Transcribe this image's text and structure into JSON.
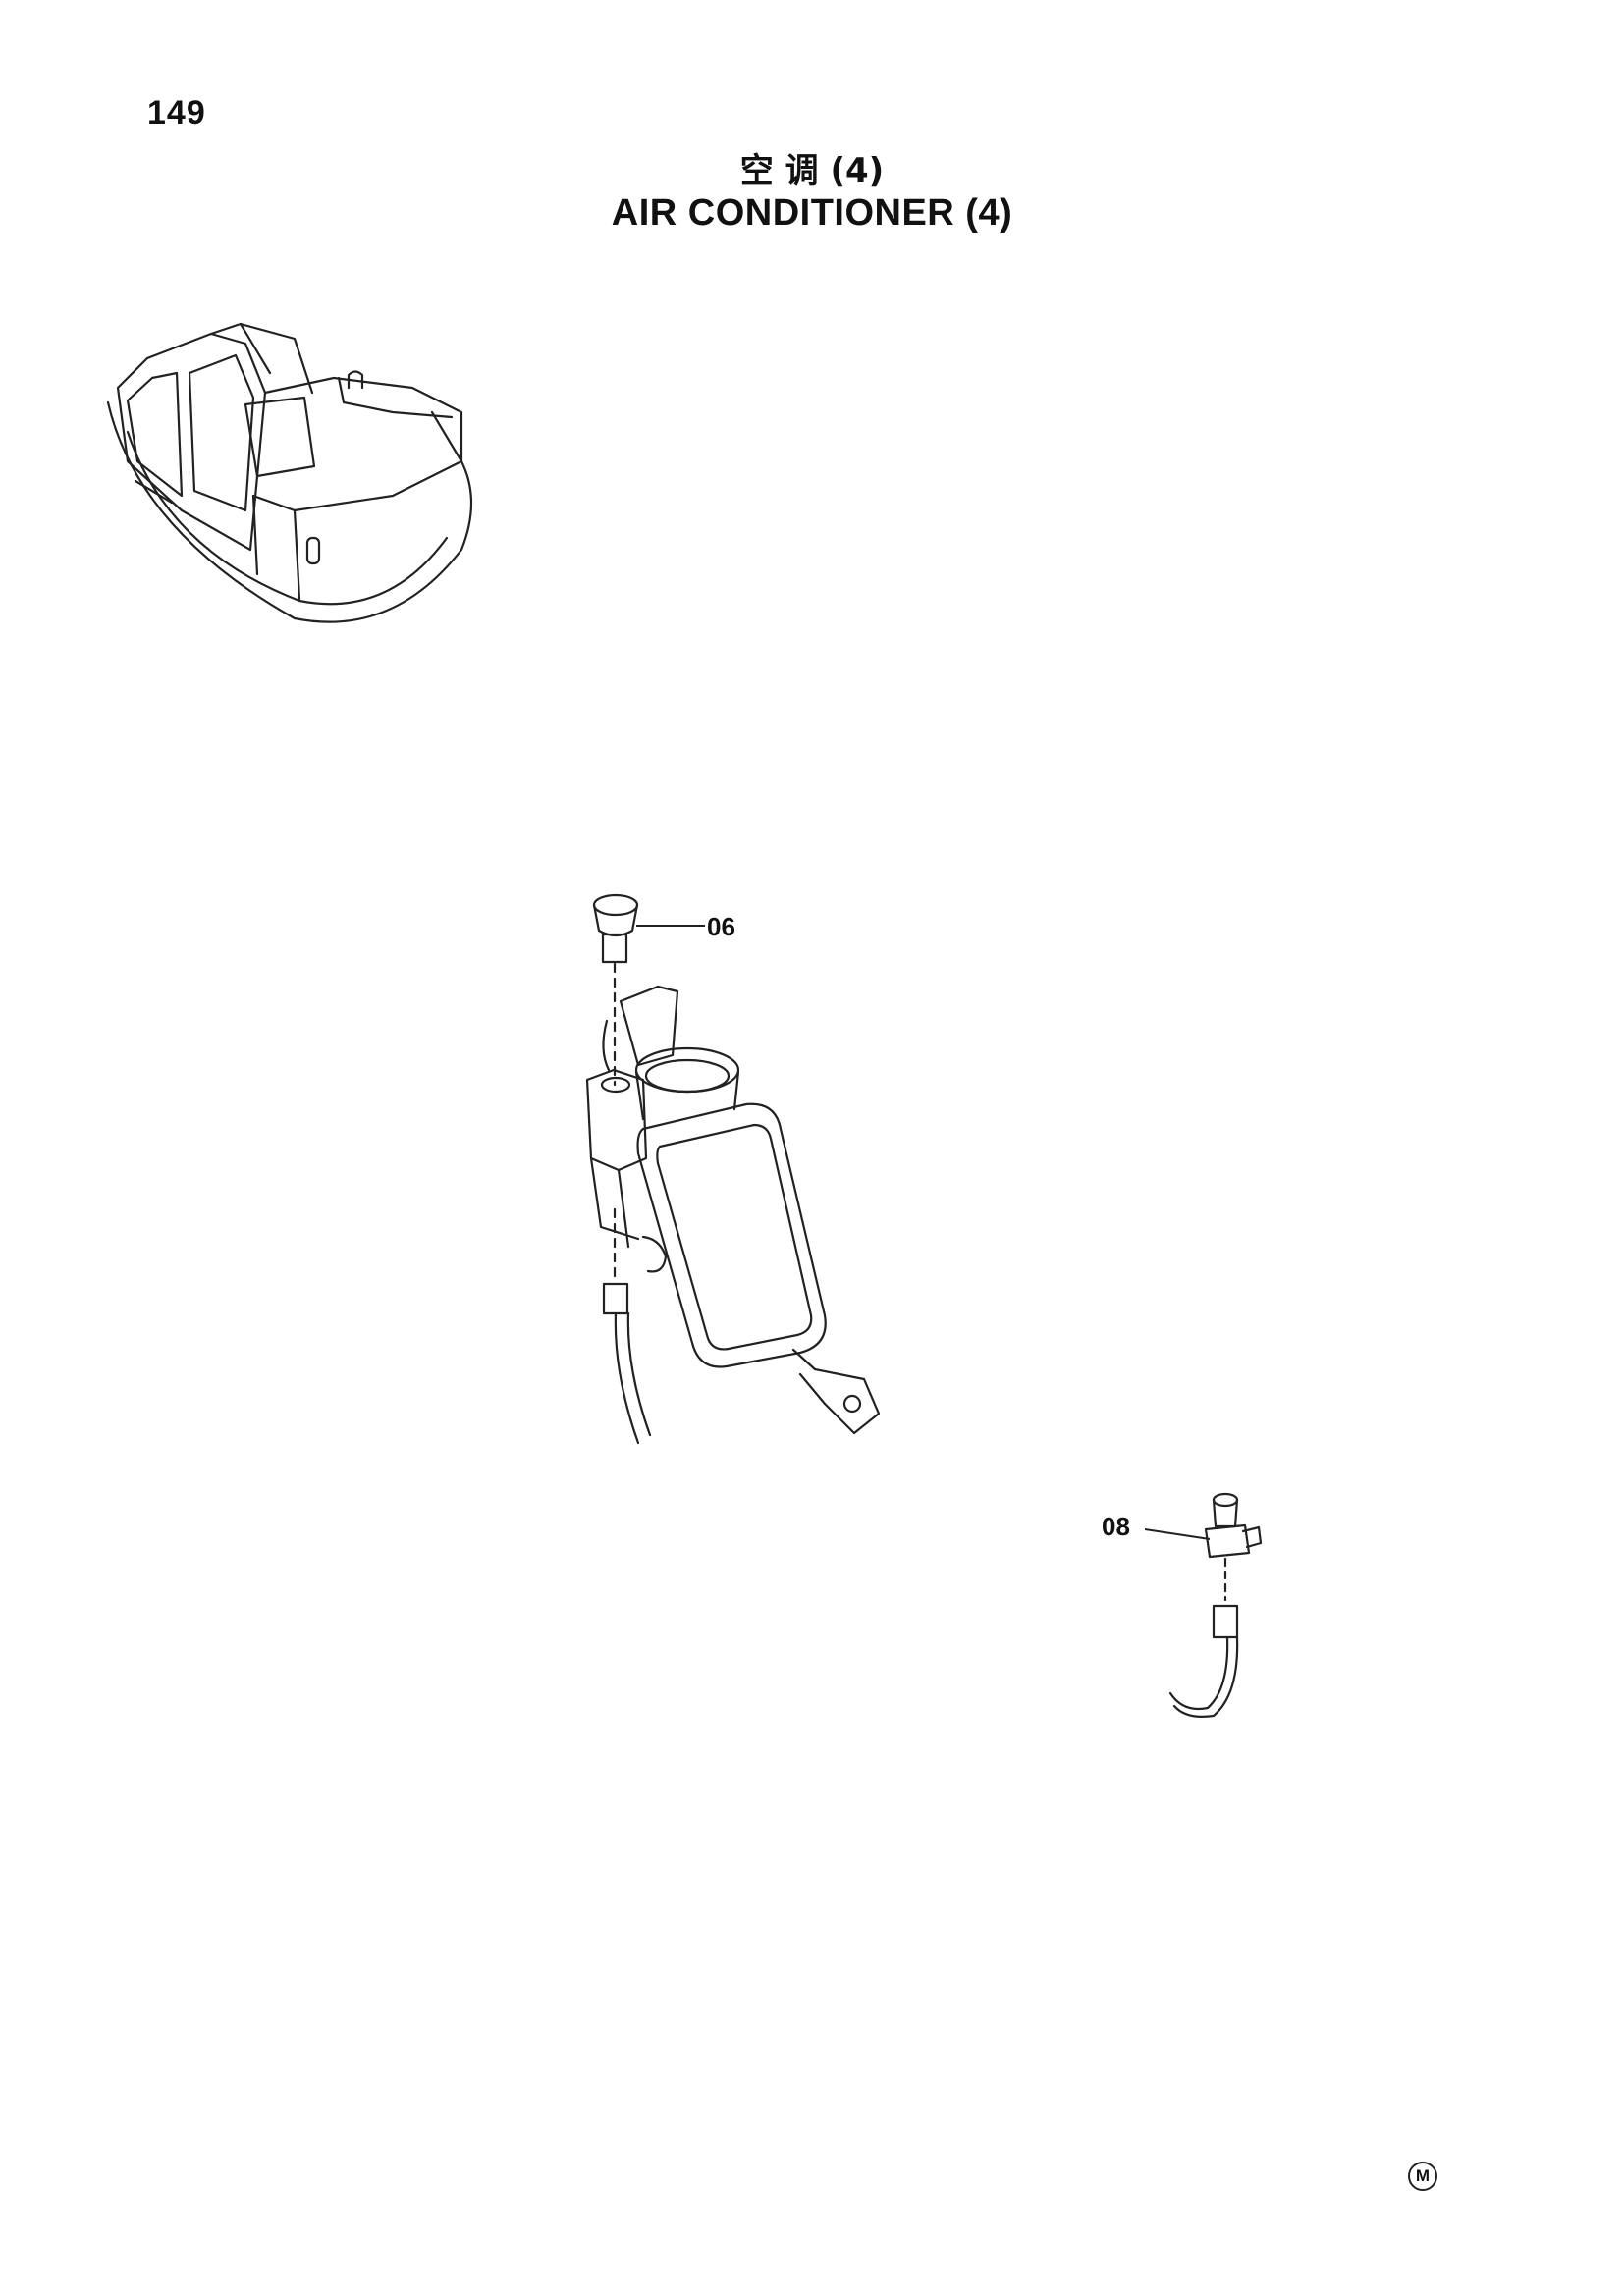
{
  "page": {
    "number": "149",
    "title_cn": "空 调 (4)",
    "title_en": "AIR CONDITIONER (4)"
  },
  "callouts": [
    {
      "label": "06"
    },
    {
      "label": "08"
    }
  ],
  "marker": {
    "symbol": "M"
  }
}
